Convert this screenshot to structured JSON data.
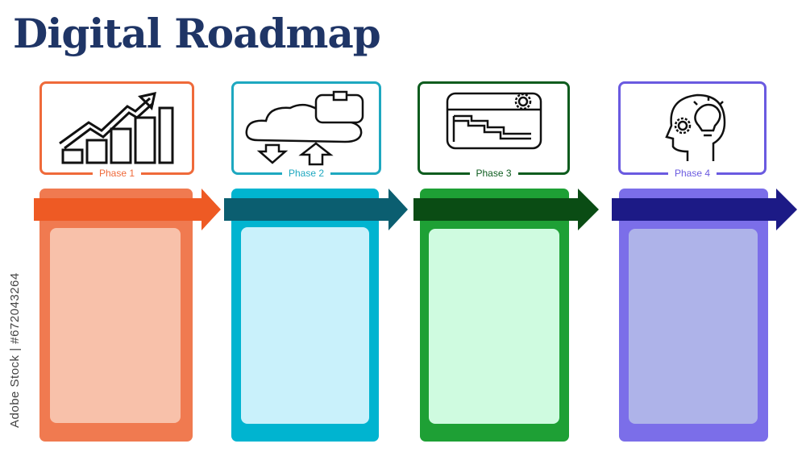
{
  "title": "Digital Roadmap",
  "watermark": "Adobe Stock | #672043264",
  "phases": [
    {
      "label": "Phase 1",
      "icon": "growth-chart-icon",
      "card_color": "#ef6a3a",
      "column_color": "#f07a50",
      "inner_color": "#f8c1aa",
      "arrow_color": "#ee5a24"
    },
    {
      "label": "Phase 2",
      "icon": "cloud-sync-icon",
      "card_color": "#1ea8c0",
      "column_color": "#00b4d0",
      "inner_color": "#c9f1fb",
      "arrow_color": "#0b5e70"
    },
    {
      "label": "Phase 3",
      "icon": "dashboard-card-icon",
      "card_color": "#0d5c1e",
      "column_color": "#1ea035",
      "inner_color": "#cffbe0",
      "arrow_color": "#0a4c14"
    },
    {
      "label": "Phase 4",
      "icon": "head-idea-icon",
      "card_color": "#6a5ae0",
      "column_color": "#7b6ee9",
      "inner_color": "#aeb3e9",
      "arrow_color": "#1c1a86"
    }
  ]
}
